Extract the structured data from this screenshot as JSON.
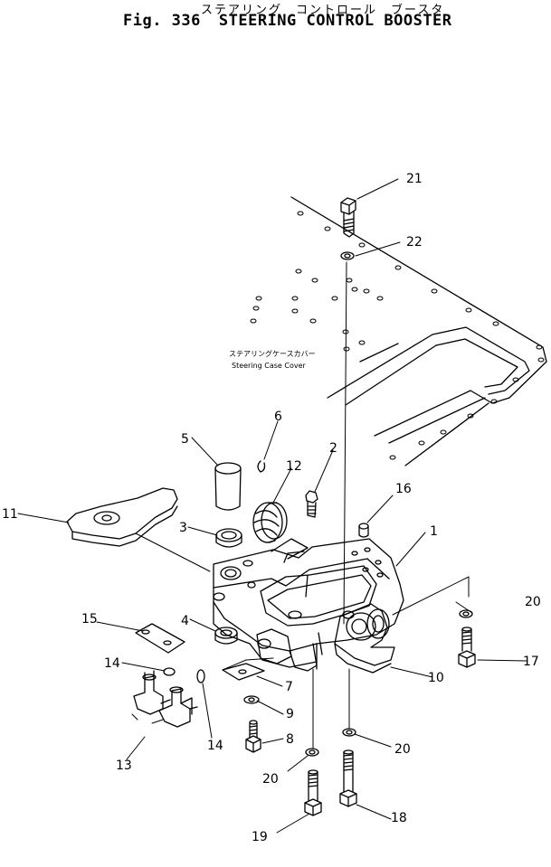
{
  "title": {
    "japanese": "ステアリング　コントロール　ブースタ",
    "fig_label": "Fig. 336",
    "english": "STEERING CONTROL BOOSTER"
  },
  "cover_note": {
    "japanese": "ステアリングケースカバー",
    "english": "Steering Case Cover"
  },
  "callouts": {
    "c1": "1",
    "c2": "2",
    "c3": "3",
    "c4": "4",
    "c5": "5",
    "c6": "6",
    "c7": "7",
    "c8": "8",
    "c9": "9",
    "c10": "10",
    "c11": "11",
    "c12": "12",
    "c13": "13",
    "c14a": "14",
    "c14b": "14",
    "c15": "15",
    "c16": "16",
    "c17": "17",
    "c18": "18",
    "c19": "19",
    "c20a": "20",
    "c20b": "20",
    "c20c": "20",
    "c21": "21",
    "c22": "22"
  },
  "colors": {
    "ink": "#000000",
    "paper": "#ffffff"
  }
}
